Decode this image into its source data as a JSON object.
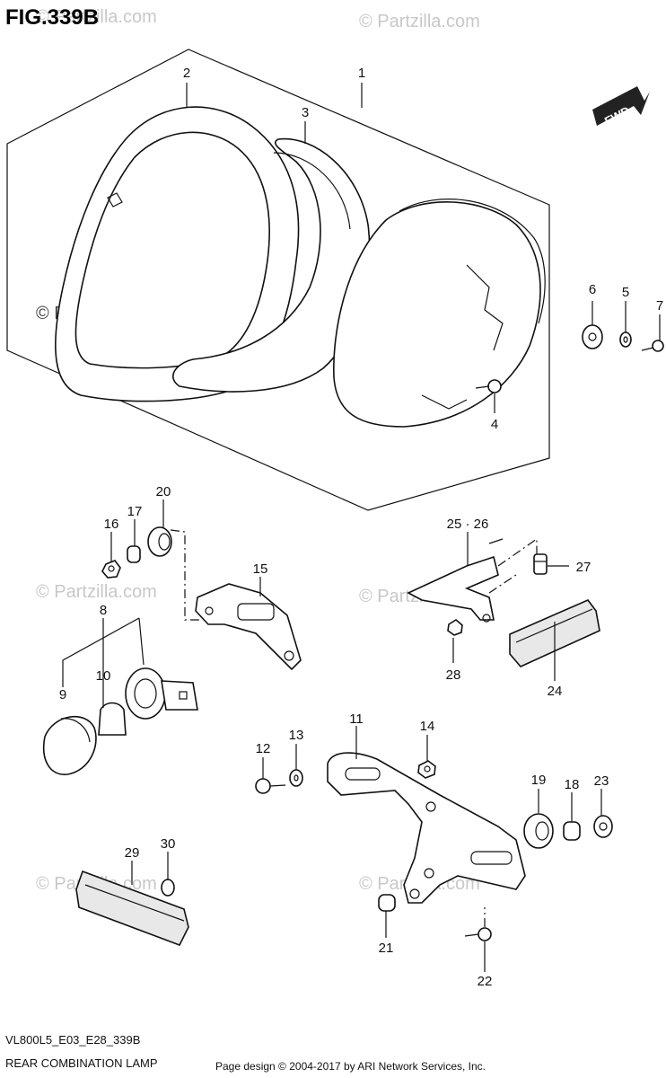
{
  "figure_title": "FIG.339B",
  "fwd_label": "FWD",
  "watermark": "© Partzilla.com",
  "callouts": {
    "c1": "1",
    "c2": "2",
    "c3": "3",
    "c4": "4",
    "c5": "5",
    "c6": "6",
    "c7": "7",
    "c8": "8",
    "c9": "9",
    "c10": "10",
    "c11": "11",
    "c12": "12",
    "c13": "13",
    "c14": "14",
    "c15": "15",
    "c16": "16",
    "c17": "17",
    "c18": "18",
    "c19": "19",
    "c20": "20",
    "c21": "21",
    "c22": "22",
    "c23": "23",
    "c24": "24",
    "c25_26": "25 · 26",
    "c27": "27",
    "c28": "28",
    "c29": "29",
    "c30": "30"
  },
  "footer": {
    "model_code": "VL800L5_E03_E28_339B",
    "section_name": "REAR COMBINATION LAMP",
    "credit": "Page design © 2004-2017 by ARI Network Services, Inc."
  }
}
